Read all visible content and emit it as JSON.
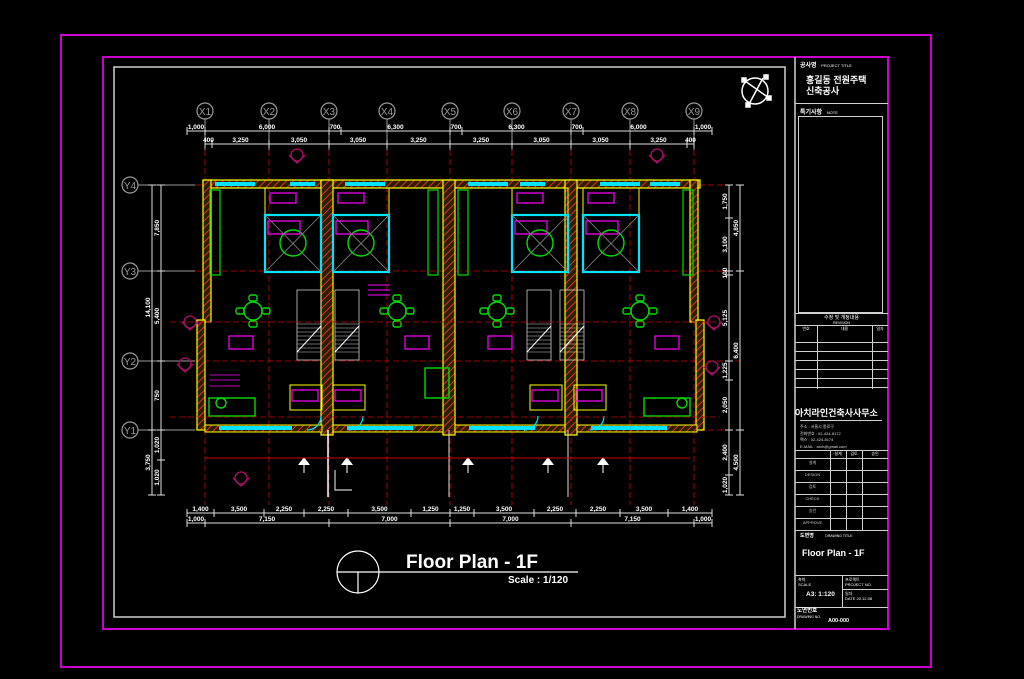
{
  "drawing": {
    "title": "Floor Plan - 1F",
    "scale_label": "Scale : 1/120",
    "colors": {
      "background": "#000000",
      "sheet_border": "#cc00cc",
      "frame": "#d0d0d0",
      "wall": "#ffff00",
      "glazing": "#00e5ff",
      "furniture": "#00dd00",
      "room_tag": "#ff00ff",
      "grid_line": "#cc0000",
      "dimension": "#ffffff"
    },
    "grid_x": [
      "X1",
      "X2",
      "X3",
      "X4",
      "X5",
      "X6",
      "X7",
      "X8",
      "X9"
    ],
    "grid_y": [
      "Y4",
      "Y3",
      "Y2",
      "Y1"
    ],
    "top_dims_overall": [
      "1,000",
      "6,000",
      "700",
      "6,300",
      "700",
      "6,300",
      "700",
      "6,000",
      "1,000"
    ],
    "top_dims_detail": [
      "400",
      "3,250",
      "3,050",
      "3,050",
      "3,250",
      "3,250",
      "3,050",
      "3,050",
      "3,250",
      "400"
    ],
    "bottom_dims_detail": [
      "1,400",
      "3,500",
      "2,250",
      "2,250",
      "3,500",
      "1,250",
      "1,250",
      "3,500",
      "2,250",
      "2,250",
      "3,500",
      "1,400"
    ],
    "bottom_dims_overall": [
      "1,000",
      "7,150",
      "7,000",
      "7,000",
      "7,150",
      "1,000"
    ],
    "left_dims_overall": [
      "14,100",
      "3,750"
    ],
    "left_dims_detail": [
      "7,850",
      "5,400",
      "750",
      "1,020",
      "1,020"
    ],
    "right_dims_detail": [
      "1,750",
      "3,100",
      "100",
      "5,125",
      "1,225",
      "2,050",
      "2,400",
      "1,020"
    ],
    "right_dims_overall": [
      "4,850",
      "6,400",
      "4,500"
    ]
  },
  "title_block": {
    "project_label_ko": "공사명",
    "project_label_en": "PROJECT TITLE",
    "project_name_line1": "홍길동 전원주택",
    "project_name_line2": "신축공사",
    "notes_label_ko": "특기사항",
    "notes_label_en": "NOTE",
    "revision_title_ko": "수정 및 개정내용",
    "revision_title_en": "REVISION",
    "revision_headers": [
      "번호",
      "내용",
      "일자"
    ],
    "office_name": "아치라인건축사사무소",
    "office_info": [
      "주소 : 서울시 종로구",
      "전화번호 : 02-424-8172",
      "팩스 : 02-424-8174",
      "E-MAIL : arch@gmail.com"
    ],
    "sign_headers": [
      "설계",
      "검토",
      "승인"
    ],
    "sign_rows": [
      "설계",
      "DESIGN",
      "검토",
      "CHECK",
      "승인",
      "APPROVE"
    ],
    "drawing_title_label_ko": "도면명",
    "drawing_title_label_en": "DRAWING TITLE",
    "drawing_title": "Floor Plan - 1F",
    "scale_label_ko": "축척",
    "scale_label_en": "SCALE",
    "scale_value": "A3: 1:120",
    "project_no_label_ko": "프로젝트",
    "project_no_label_en": "PROJECT NO.",
    "date_label_ko": "일자",
    "date_value": "DATE  20.12.08",
    "drawing_no_label_ko": "도면번호",
    "drawing_no_label_en": "DRAWING NO.",
    "drawing_no": "A00-000"
  }
}
